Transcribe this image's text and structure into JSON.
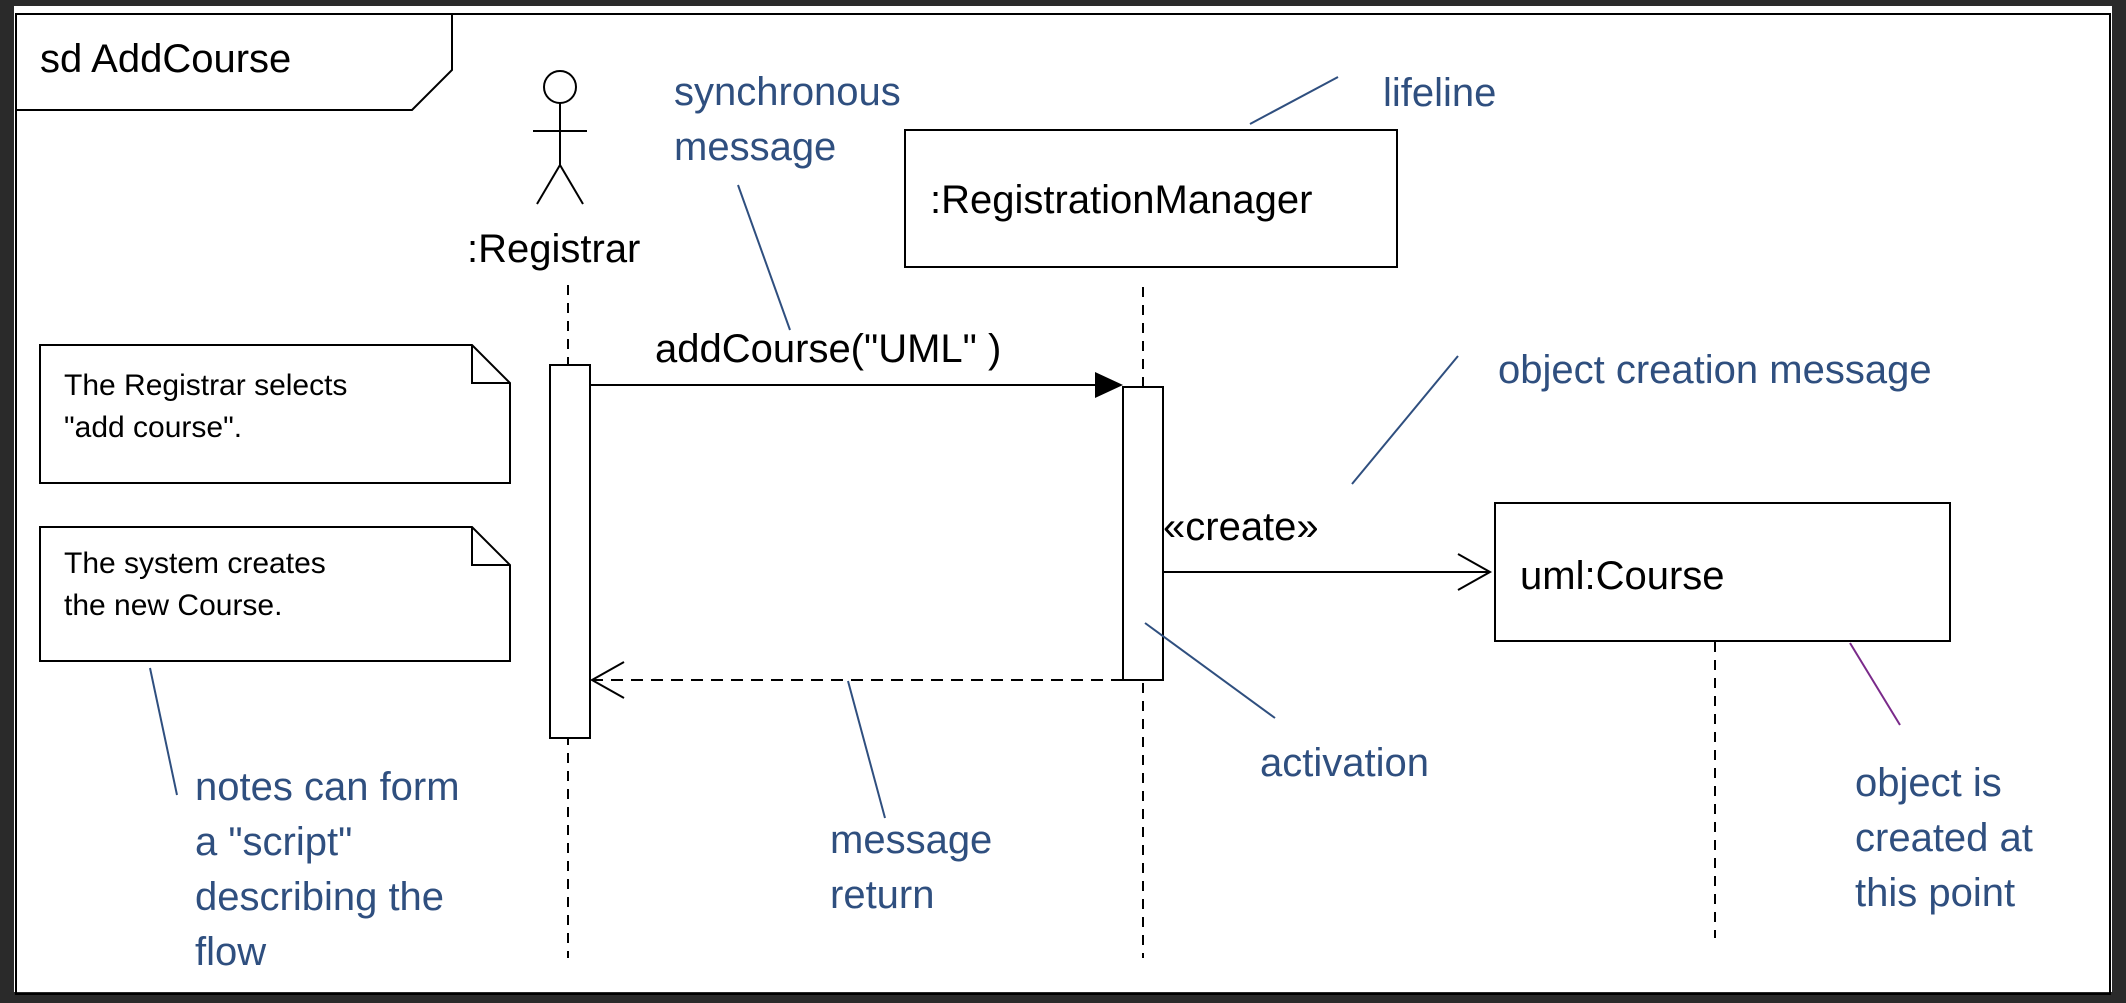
{
  "frame": {
    "title": "sd AddCourse"
  },
  "lifelines": {
    "registrar": ":Registrar",
    "manager": ":RegistrationManager",
    "course": "uml:Course"
  },
  "messages": {
    "add_course": "addCourse(\"UML\" )",
    "create": "«create»"
  },
  "notes": {
    "note1": [
      "The Registrar selects",
      "\"add course\"."
    ],
    "note2": [
      "The system creates",
      "the new Course."
    ]
  },
  "annotations": {
    "synchronous_message": [
      "synchronous",
      "message"
    ],
    "lifeline": "lifeline",
    "object_creation_message": "object creation message",
    "activation": "activation",
    "notes_script": [
      "notes can form",
      "a \"script\"",
      "describing the",
      "flow"
    ],
    "message_return": [
      "message",
      "return"
    ],
    "object_created": [
      "object is",
      "created at",
      "this point"
    ]
  },
  "colors": {
    "background": "#2a2a2a",
    "canvas": "#ffffff",
    "annotation": "#2f4f7f",
    "creation_pointer": "#7a2a8a"
  }
}
